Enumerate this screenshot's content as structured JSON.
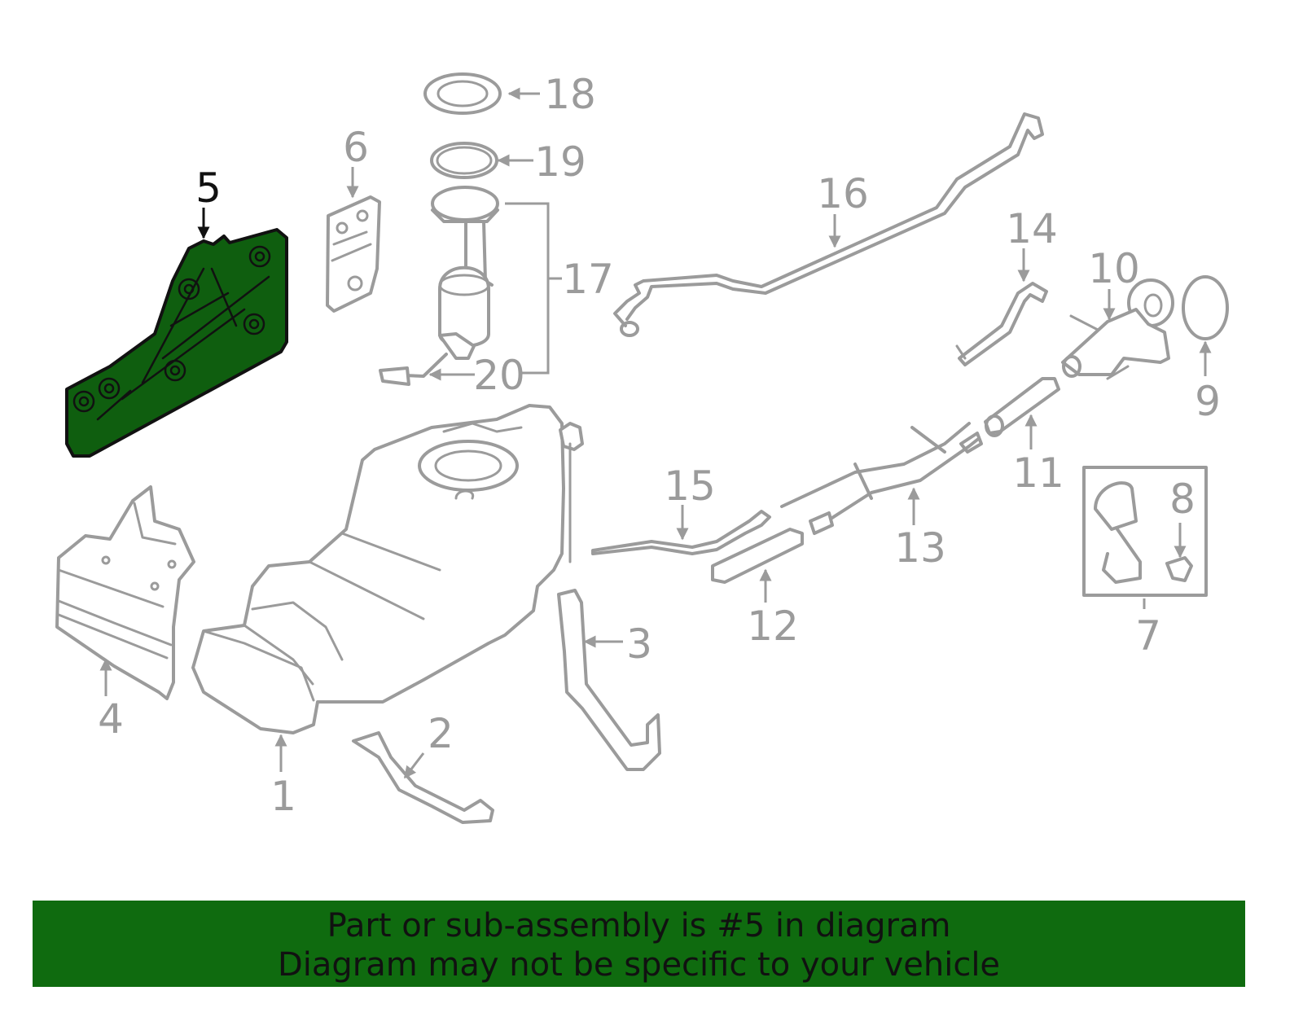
{
  "diagram": {
    "highlighted_part": "5",
    "highlight_color": "#0f5e0f",
    "line_color": "#9b9b9b",
    "callouts": [
      "1",
      "2",
      "3",
      "4",
      "5",
      "6",
      "7",
      "8",
      "9",
      "10",
      "11",
      "12",
      "13",
      "14",
      "15",
      "16",
      "17",
      "18",
      "19",
      "20"
    ]
  },
  "banner": {
    "line1": "Part or sub-assembly is #5 in diagram",
    "line2": "Diagram may not be specific to your vehicle",
    "background_color": "#0f6b0f"
  }
}
